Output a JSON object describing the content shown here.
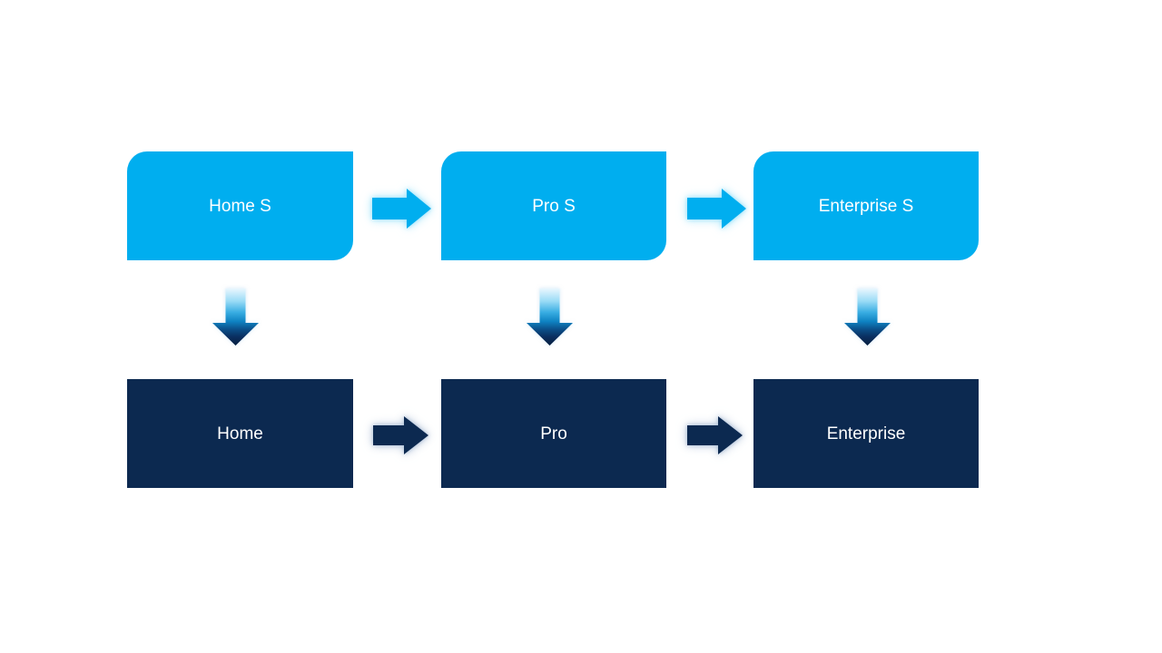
{
  "diagram": {
    "background_color": "#FFFFFF",
    "text_color": "#FFFFFF",
    "top_row": {
      "fill_color": "#00AEEF",
      "corner_style": "diagonal-corners-rounded",
      "nodes": [
        {
          "label": "Home S"
        },
        {
          "label": "Pro S"
        },
        {
          "label": "Enterprise S"
        }
      ]
    },
    "bottom_row": {
      "fill_color": "#0C2950",
      "corner_style": "square",
      "nodes": [
        {
          "label": "Home"
        },
        {
          "label": "Pro"
        },
        {
          "label": "Enterprise"
        }
      ]
    },
    "connectors": {
      "top_horizontal": {
        "direction": "right",
        "color": "#00AEEF",
        "glow_color": "#96E0FA",
        "count": 2
      },
      "bottom_horizontal": {
        "direction": "right",
        "color": "#0C2950",
        "glow_color": "#A8BBD4",
        "count": 2
      },
      "vertical": {
        "direction": "down",
        "count": 3,
        "gradient_top_to_bottom": [
          "#EAF7FE",
          "#9BDCF6",
          "#38ADE2",
          "#0E82C2",
          "#0B4E88",
          "#0A2E5F",
          "#081F40"
        ]
      }
    }
  }
}
